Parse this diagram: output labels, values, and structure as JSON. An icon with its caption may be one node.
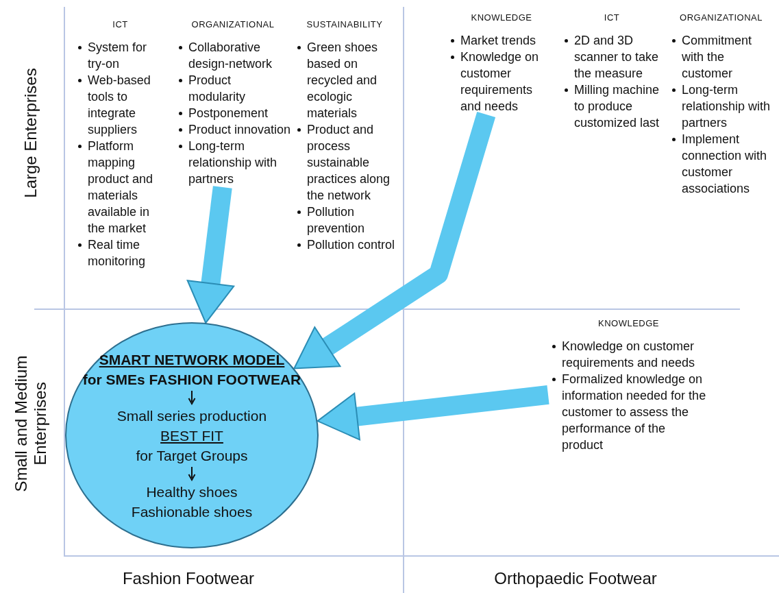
{
  "diagram": {
    "nodes": [
      {
        "text": [
          "ICT",
          "System for try-on",
          "Web-based tools to integrate suppliers",
          "Platform mapping product and materials available in the market",
          "Real time monitoring"
        ]
      },
      {
        "text": [
          "ORGANIZATIONAL",
          "Collaborative design-network",
          "Product modularity",
          "Postponement",
          "Product innovation",
          "Long-term relationship with partners"
        ]
      },
      {
        "text": [
          "SUSTAINABILITY",
          "Green shoes based on recycled and ecologic materials",
          "Product and process sustainable practices along the network",
          "Pollution prevention",
          "Pollution control"
        ]
      },
      {
        "text": [
          "KNOWLEDGE",
          "Market trends",
          "Knowledge on customer requirements and needs"
        ]
      },
      {
        "text": [
          "ICT",
          "2D and 3D scanner to take the measure",
          "Milling machine to produce customized last"
        ]
      },
      {
        "text": [
          "ORGANIZATIONAL",
          "Commitment with the customer",
          "Long-term relationship with partners",
          "Implement connection with customer associations"
        ]
      },
      {
        "text": [
          "SMART NETWORK MODEL",
          "for SMEs FASHION FOOTWEAR",
          "Small series production",
          "BEST FIT",
          "for Target Groups",
          "Healthy shoes",
          "Fashionable shoes"
        ]
      },
      {
        "text": [
          "KNOWLEDGE",
          "Knowledge on customer requirements and needs",
          "Formalized knowledge on information needed for the customer to assess the performance of the product"
        ]
      }
    ],
    "edges": [
      {
        "from": 1,
        "to": 6,
        "arrow": "to"
      },
      {
        "from": 3,
        "to": 6,
        "arrow": "to"
      },
      {
        "from": 7,
        "to": 6,
        "arrow": "to"
      }
    ],
    "labels": [
      "Large Enterprises",
      "Small and Medium Enterprises",
      "Fashion Footwear",
      "Orthopaedic Footwear"
    ]
  }
}
